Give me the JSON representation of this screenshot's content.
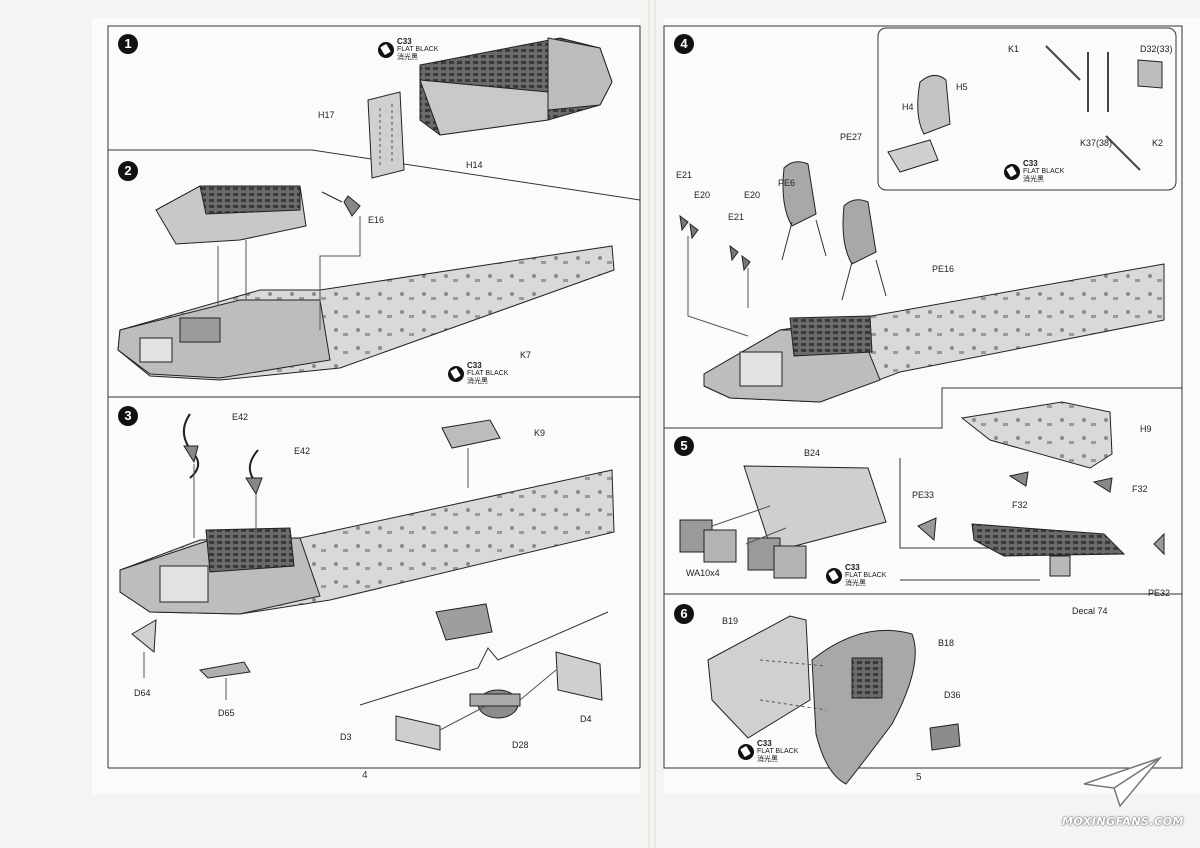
{
  "steps": [
    "1",
    "2",
    "3",
    "4",
    "5",
    "6"
  ],
  "paint": {
    "code": "C33",
    "line1": "FLAT BLACK",
    "line2": "消光黑"
  },
  "labels": {
    "s1": {
      "h17": "H17",
      "h14": "H14"
    },
    "s2": {
      "e16": "E16",
      "k7": "K7"
    },
    "s3": {
      "e42a": "E42",
      "e42b": "E42",
      "k9": "K9",
      "d64": "D64",
      "d65": "D65",
      "d3": "D3",
      "d28": "D28",
      "d4": "D4"
    },
    "s4": {
      "k1": "K1",
      "d32": "D32(33)",
      "h5": "H5",
      "h4": "H4",
      "k37": "K37(38)",
      "k2": "K2",
      "pe27": "PE27",
      "e21a": "E21",
      "e20a": "E20",
      "pe6": "PE6",
      "e20b": "E20",
      "e21b": "E21",
      "pe16": "PE16"
    },
    "s4b": {
      "h9": "H9",
      "f32a": "F32",
      "f32b": "F32",
      "pe33": "PE33",
      "pe32": "PE32",
      "decal": "Decal 74"
    },
    "s5": {
      "b24": "B24",
      "wa": "WA10x4"
    },
    "s6": {
      "b19": "B19",
      "b18": "B18",
      "d36": "D36"
    }
  },
  "page_numbers": {
    "left": "4",
    "right": "5"
  },
  "watermark": "MOXINGFANS.COM",
  "icons": {
    "paint": "spray-can-icon",
    "watermark": "paper-plane-icon"
  }
}
